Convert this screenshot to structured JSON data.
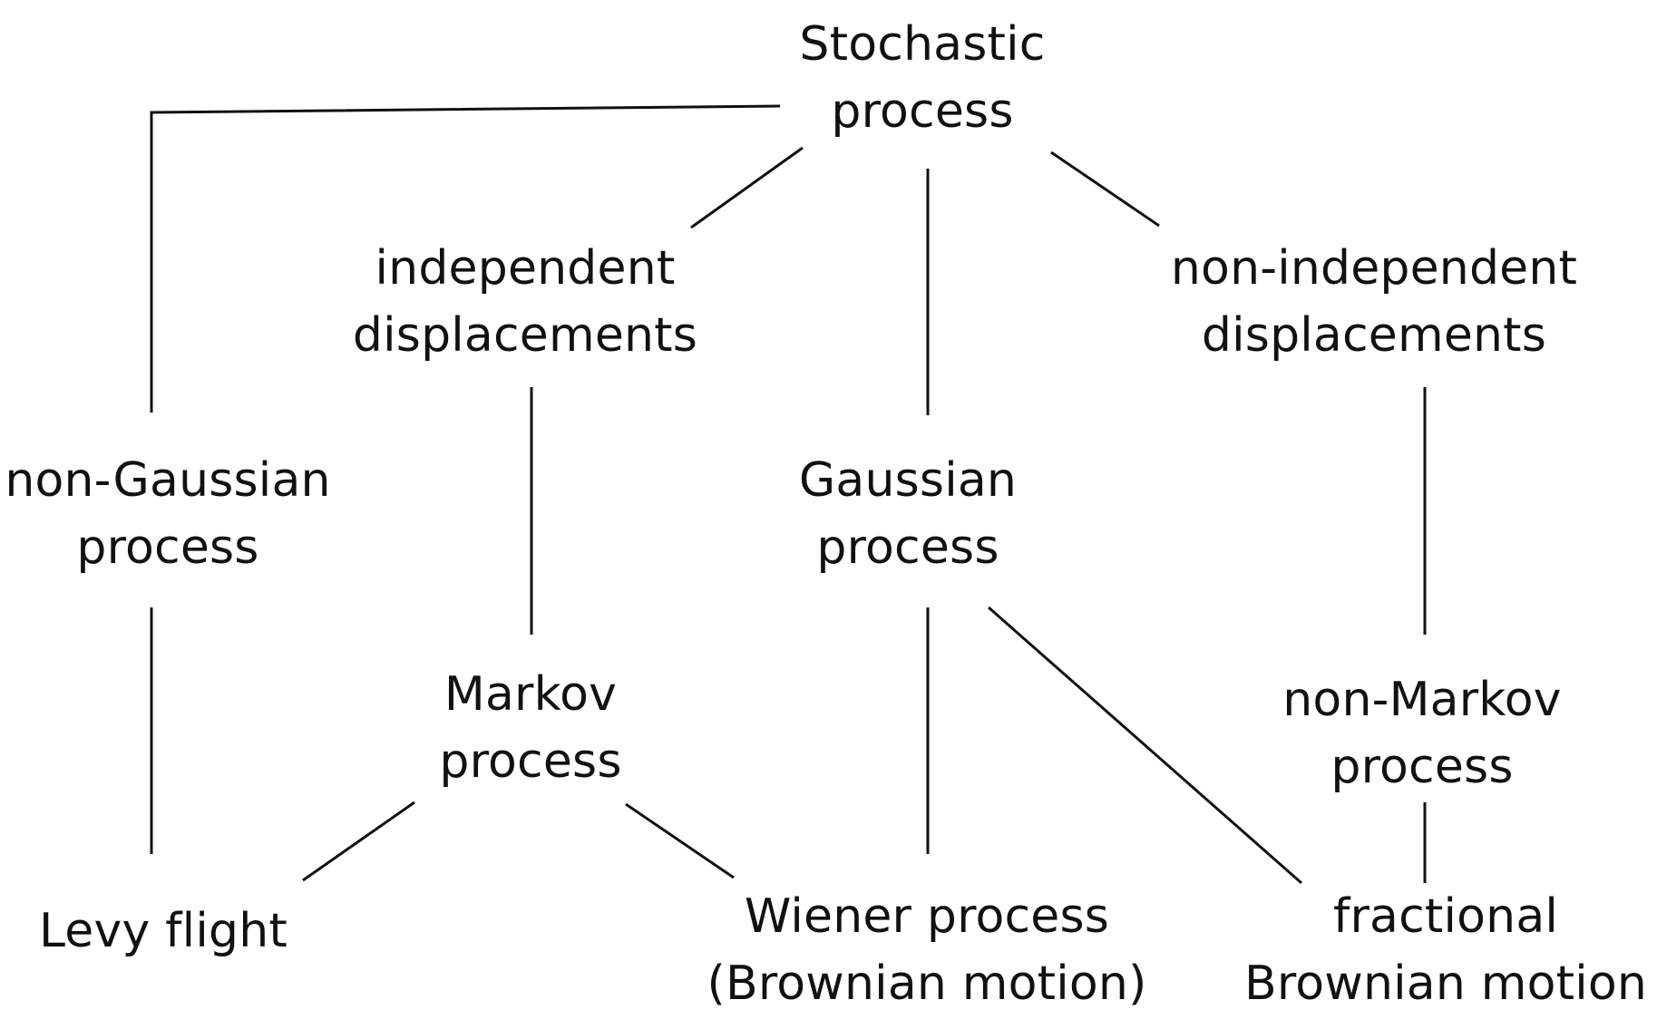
{
  "nodes": {
    "stochastic_process": [
      "Stochastic",
      "process"
    ],
    "independent_displacements": [
      "independent",
      "displacements"
    ],
    "non_independent_displacements": [
      "non-independent",
      "displacements"
    ],
    "non_gaussian_process": [
      "non-Gaussian",
      "process"
    ],
    "gaussian_process": [
      "Gaussian",
      "process"
    ],
    "markov_process": [
      "Markov",
      "process"
    ],
    "non_markov_process": [
      "non-Markov",
      "process"
    ],
    "levy_flight": [
      "Levy flight"
    ],
    "wiener_process": [
      "Wiener process",
      "(Brownian motion)"
    ],
    "fractional_brownian_motion": [
      "fractional",
      "Brownian motion"
    ]
  },
  "edges": [
    [
      "stochastic_process",
      "non_gaussian_process"
    ],
    [
      "stochastic_process",
      "independent_displacements"
    ],
    [
      "stochastic_process",
      "gaussian_process"
    ],
    [
      "stochastic_process",
      "non_independent_displacements"
    ],
    [
      "independent_displacements",
      "markov_process"
    ],
    [
      "non_independent_displacements",
      "non_markov_process"
    ],
    [
      "non_gaussian_process",
      "levy_flight"
    ],
    [
      "markov_process",
      "levy_flight"
    ],
    [
      "markov_process",
      "wiener_process"
    ],
    [
      "gaussian_process",
      "wiener_process"
    ],
    [
      "gaussian_process",
      "fractional_brownian_motion"
    ],
    [
      "non_markov_process",
      "fractional_brownian_motion"
    ]
  ]
}
